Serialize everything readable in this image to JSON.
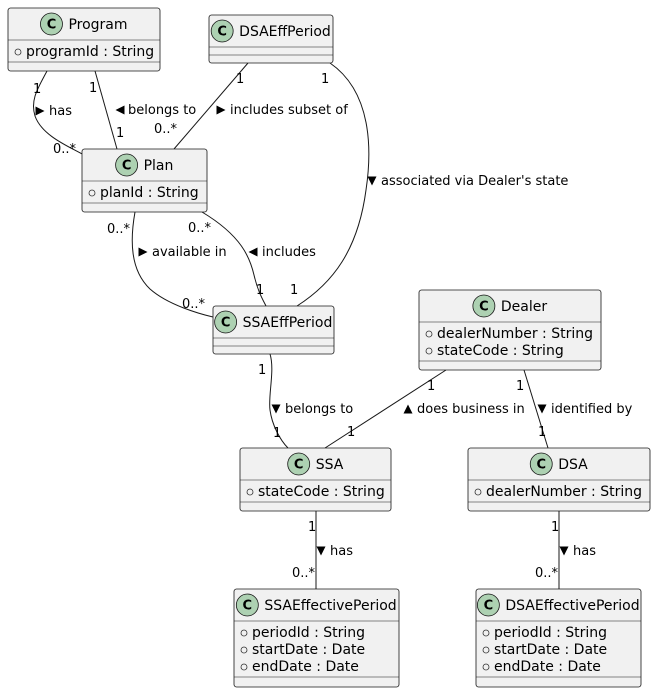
{
  "classes": [
    {
      "id": "program",
      "name": "Program",
      "attributes": [
        "programId : String"
      ]
    },
    {
      "id": "dsaeffperiod",
      "name": "DSAEffPeriod",
      "attributes": []
    },
    {
      "id": "plan",
      "name": "Plan",
      "attributes": [
        "planId : String"
      ]
    },
    {
      "id": "ssaeffperiod",
      "name": "SSAEffPeriod",
      "attributes": []
    },
    {
      "id": "dealer",
      "name": "Dealer",
      "attributes": [
        "dealerNumber : String",
        "stateCode : String"
      ]
    },
    {
      "id": "ssa",
      "name": "SSA",
      "attributes": [
        "stateCode : String"
      ]
    },
    {
      "id": "dsa",
      "name": "DSA",
      "attributes": [
        "dealerNumber : String"
      ]
    },
    {
      "id": "ssaeffectiveperiod",
      "name": "SSAEffectivePeriod",
      "attributes": [
        "periodId : String",
        "startDate : Date",
        "endDate : Date"
      ]
    },
    {
      "id": "dsaeffectiveperiod",
      "name": "DSAEffectivePeriod",
      "attributes": [
        "periodId : String",
        "startDate : Date",
        "endDate : Date"
      ]
    }
  ],
  "relations": [
    {
      "id": "program-plan-has",
      "from": "program",
      "to": "plan",
      "label": "has",
      "from_mult": "1",
      "to_mult": "0..*"
    },
    {
      "id": "plan-program-belongs",
      "from": "program",
      "to": "plan",
      "label": "belongs to",
      "from_mult": "1",
      "to_mult": "1"
    },
    {
      "id": "dsaeff-plan-subset",
      "from": "dsaeffperiod",
      "to": "plan",
      "label": "includes subset of",
      "from_mult": "1",
      "to_mult": "0..*"
    },
    {
      "id": "dsaeff-ssaeff-assoc",
      "from": "dsaeffperiod",
      "to": "ssaeffperiod",
      "label": "associated via Dealer's state",
      "from_mult": "1",
      "to_mult": "1"
    },
    {
      "id": "plan-ssaeff-available",
      "from": "plan",
      "to": "ssaeffperiod",
      "label": "available in",
      "from_mult": "0..*",
      "to_mult": "0..*"
    },
    {
      "id": "ssaeff-plan-includes",
      "from": "plan",
      "to": "ssaeffperiod",
      "label": "includes",
      "from_mult": "0..*",
      "to_mult": "1"
    },
    {
      "id": "ssaeff-ssa-belongs",
      "from": "ssaeffperiod",
      "to": "ssa",
      "label": "belongs to",
      "from_mult": "1",
      "to_mult": "1"
    },
    {
      "id": "dealer-ssa-business",
      "from": "dealer",
      "to": "ssa",
      "label": "does business in",
      "from_mult": "1",
      "to_mult": "1"
    },
    {
      "id": "dealer-dsa-identified",
      "from": "dealer",
      "to": "dsa",
      "label": "identified by",
      "from_mult": "1",
      "to_mult": "1"
    },
    {
      "id": "ssa-ssaep-has",
      "from": "ssa",
      "to": "ssaeffectiveperiod",
      "label": "has",
      "from_mult": "1",
      "to_mult": "0..*"
    },
    {
      "id": "dsa-dsaep-has",
      "from": "dsa",
      "to": "dsaeffectiveperiod",
      "label": "has",
      "from_mult": "1",
      "to_mult": "0..*"
    }
  ],
  "badge_letter": "C",
  "visibility_symbol": "public-circle-icon",
  "colors": {
    "class_fill": "#f1f1f1",
    "badge_fill": "#add1b2",
    "line": "#181818"
  }
}
